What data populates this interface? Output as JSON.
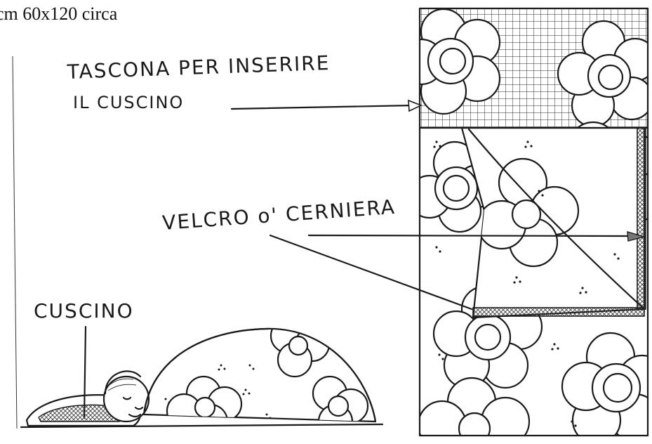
{
  "header": {
    "size_note": "cm 60x120 circa"
  },
  "labels": {
    "pocket_line1": "TASCONA PER INSERIRE",
    "pocket_line2": "IL CUSCINO",
    "closure": "VELCRO o' CERNIERA",
    "pillow": "CUSCINO"
  },
  "colors": {
    "ink": "#1a1a1a",
    "paper": "#ffffff"
  }
}
